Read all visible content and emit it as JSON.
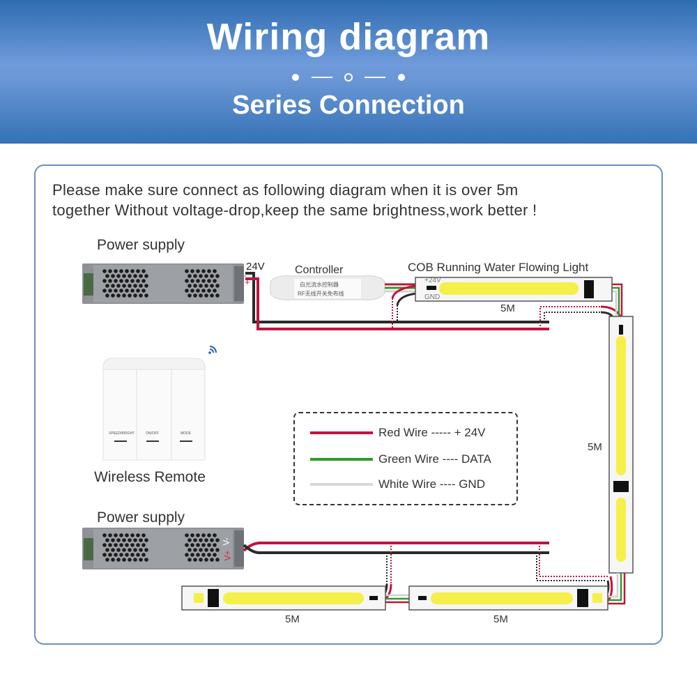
{
  "header": {
    "title": "Wiring diagram",
    "subtitle": "Series Connection"
  },
  "intro": {
    "line1": "Please make sure connect as following diagram when it is over 5m",
    "line2": "together Without voltage-drop,keep the same brightness,work better !"
  },
  "components": {
    "power_supply_top": {
      "label": "Power supply",
      "voltage": "24V",
      "minus": "-",
      "plus": "+"
    },
    "controller": {
      "label": "Controller",
      "text_line1": "白光流水控制器",
      "text_line2": "RF无线开关免布线"
    },
    "strip_title": "COB Running Water Flowing Light",
    "strip_pin_plus": "+24V",
    "strip_pin_gnd": "GND",
    "remote": {
      "label": "Wireless Remote",
      "buttons": [
        "SPEED/BRIGHT",
        "ON/OFF",
        "MODE"
      ]
    },
    "power_supply_bottom": {
      "label": "Power supply",
      "minus": "V-",
      "plus": "V+"
    },
    "segments": [
      {
        "id": "top",
        "length": "5M"
      },
      {
        "id": "right",
        "length": "5M"
      },
      {
        "id": "bottom-right",
        "length": "5M"
      },
      {
        "id": "bottom-left",
        "length": "5M"
      }
    ]
  },
  "legend": [
    {
      "label": "Red Wire ----- + 24V",
      "color": "#c0143c"
    },
    {
      "label": "Green Wire ---- DATA",
      "color": "#2e9a2a"
    },
    {
      "label": "White Wire ---- GND",
      "color": "#d8d8d8"
    }
  ],
  "colors": {
    "red": "#c0143c",
    "green": "#2e9a2a",
    "white": "#d8d8d8",
    "black": "#2a2a2a",
    "cob": "#f5ef4a",
    "accent": "#3472b6"
  }
}
